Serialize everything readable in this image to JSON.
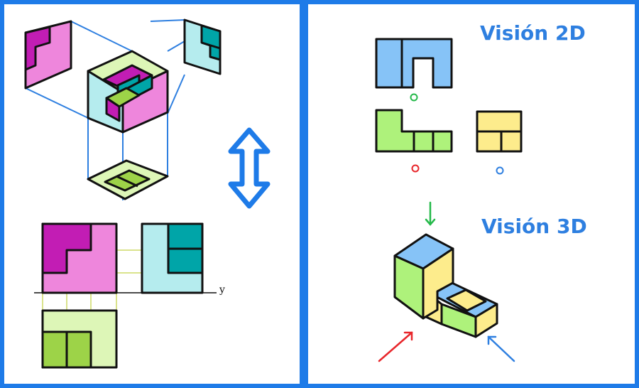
{
  "right_panel": {
    "title_2d": "Visión 2D",
    "title_3d": "Visión 3D"
  },
  "left_panel": {
    "axis_label": "y"
  },
  "colors": {
    "frame": "#1E7BE8",
    "magenta": "#C21DB4",
    "pink": "#EE86DC",
    "teal": "#00A5A8",
    "cyan": "#B5ECEE",
    "lime": "#9DD348",
    "lime_light": "#DDF6B7",
    "sky": "#86C3F7",
    "green": "#AEF27B",
    "yellow": "#FDEC8C",
    "marker_green": "#25B94A",
    "marker_red": "#E8262B",
    "marker_blue": "#2E7FE0",
    "guide_line": "#B6C71A"
  }
}
